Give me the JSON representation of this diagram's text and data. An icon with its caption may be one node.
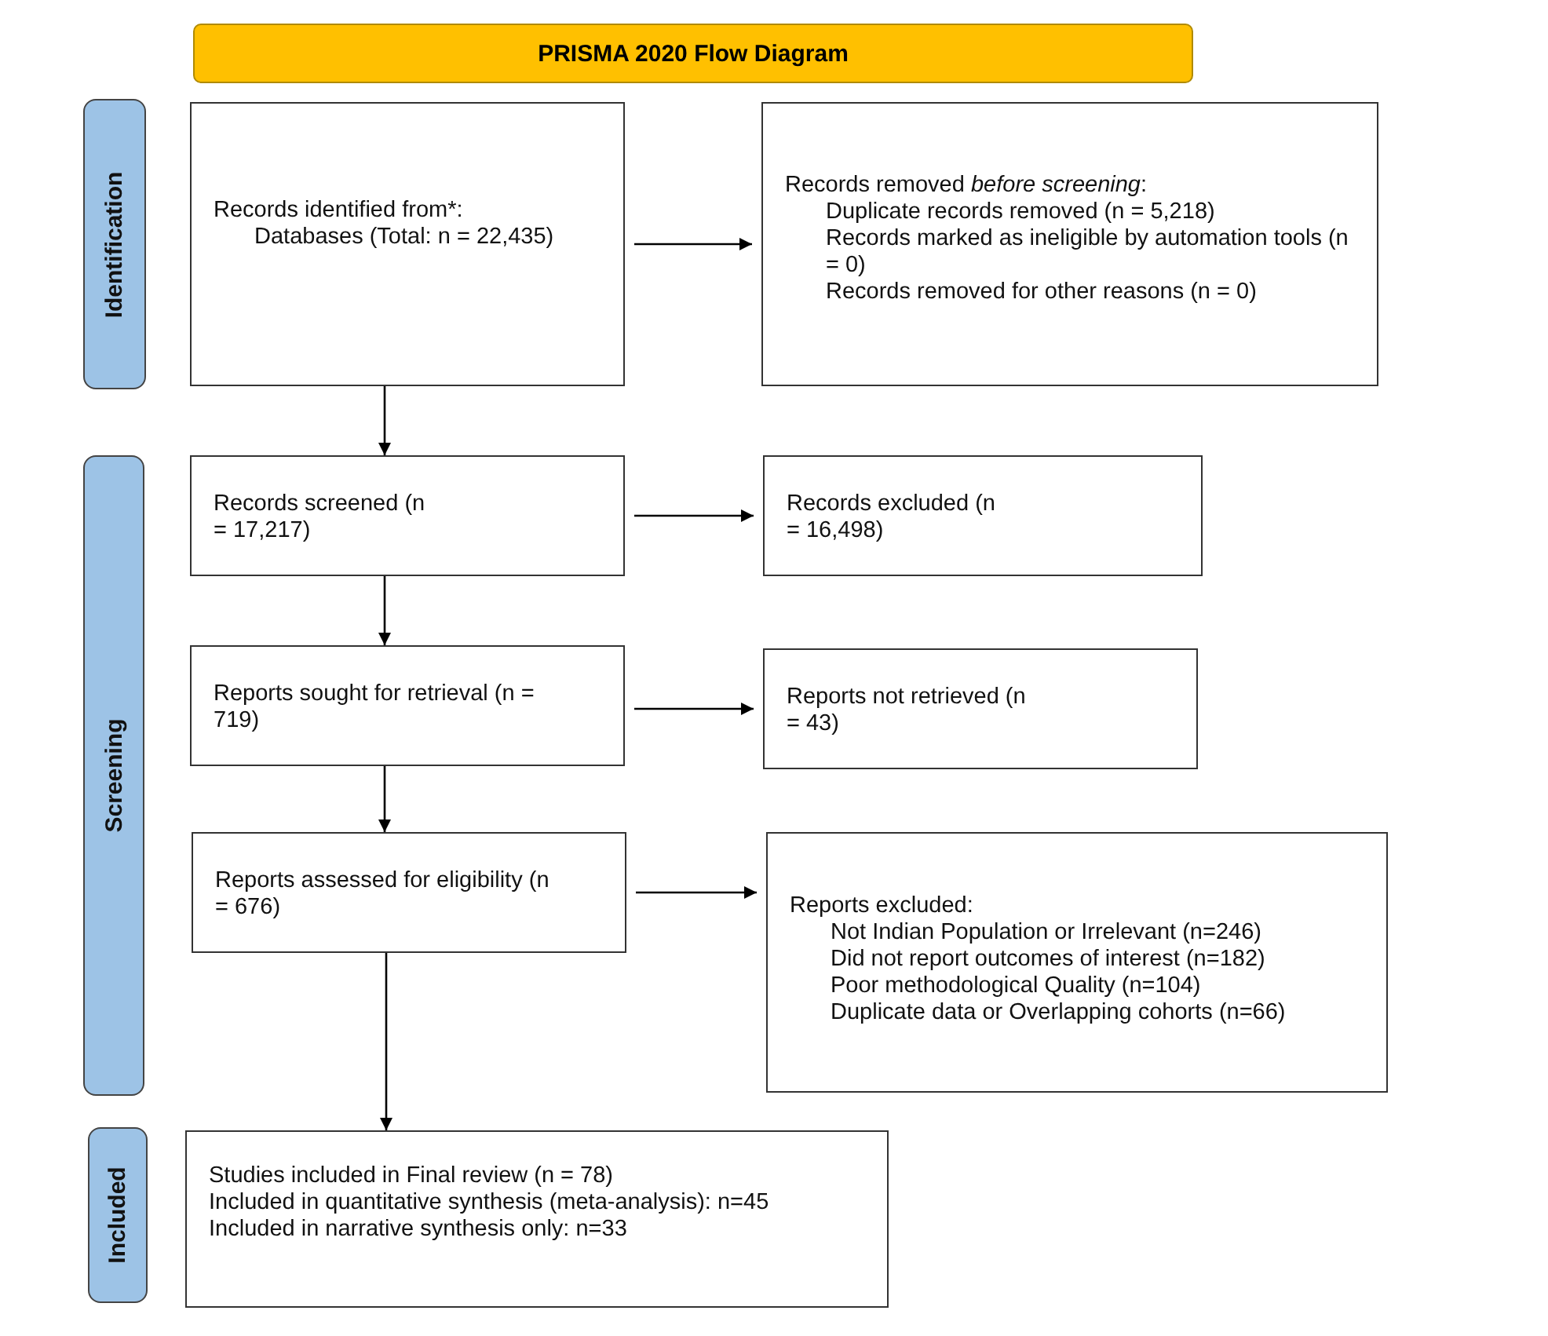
{
  "diagram": {
    "title": "PRISMA 2020 Flow Diagram",
    "nodes": [
      {
        "text": [
          "Identification"
        ]
      },
      {
        "text": [
          "Records identified from*:",
          "Databases (Total: n = 22,435)"
        ]
      },
      {
        "text": [
          "Records removed *before screening*:",
          "Duplicate records removed (n = 5,218)",
          "Records marked as ineligible by automation tools (n = 0)",
          "Records removed for other reasons (n = 0)"
        ]
      },
      {
        "text": [
          "Screening"
        ]
      },
      {
        "text": [
          "Records screened (n = 17,217)"
        ]
      },
      {
        "text": [
          "Records excluded (n = 16,498)"
        ]
      },
      {
        "text": [
          "Reports sought for retrieval (n = 719)"
        ]
      },
      {
        "text": [
          "Reports not retrieved (n = 43)"
        ]
      },
      {
        "text": [
          "Reports assessed for eligibility (n = 676)"
        ]
      },
      {
        "text": [
          "Reports excluded:",
          "Not Indian Population or Irrelevant (n=246)",
          "Did not report outcomes of interest (n=182)",
          "Poor methodological Quality (n=104)",
          "Duplicate data or Overlapping cohorts (n=66)"
        ]
      },
      {
        "text": [
          "Included"
        ]
      },
      {
        "text": [
          "Studies included in Final review (n = 78)",
          "Included in quantitative synthesis (meta-analysis): n=45",
          "Included in narrative synthesis only: n=33"
        ]
      }
    ],
    "edges": [
      {
        "from": 1,
        "to": 2,
        "arrow": "to"
      },
      {
        "from": 1,
        "to": 4,
        "arrow": "to"
      },
      {
        "from": 4,
        "to": 5,
        "arrow": "to"
      },
      {
        "from": 4,
        "to": 6,
        "arrow": "to"
      },
      {
        "from": 6,
        "to": 7,
        "arrow": "to"
      },
      {
        "from": 6,
        "to": 8,
        "arrow": "to"
      },
      {
        "from": 8,
        "to": 9,
        "arrow": "to"
      },
      {
        "from": 8,
        "to": 11,
        "arrow": "to"
      }
    ]
  }
}
